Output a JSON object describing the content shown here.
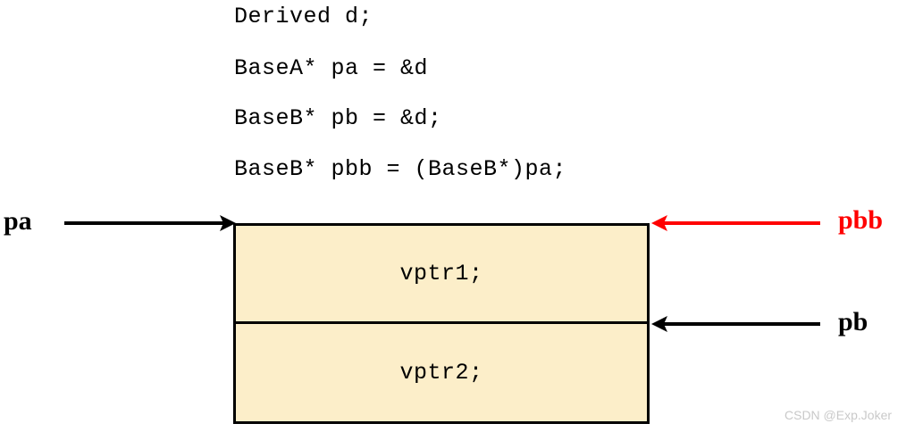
{
  "code_block": {
    "lines": [
      "Derived d;",
      "BaseA* pa = &d",
      "BaseB* pb = &d;",
      "BaseB* pbb = (BaseB*)pa;"
    ]
  },
  "memory_box": {
    "fill_color": "#fceec9",
    "border_color": "#000000",
    "cells": [
      {
        "label": "vptr1;"
      },
      {
        "label": "vptr2;"
      }
    ]
  },
  "pointers": [
    {
      "name": "pa",
      "label": "pa",
      "color": "#000000",
      "direction": "right",
      "target": "box-top-left"
    },
    {
      "name": "pbb",
      "label": "pbb",
      "color": "#ff0000",
      "direction": "left",
      "target": "box-top-right"
    },
    {
      "name": "pb",
      "label": "pb",
      "color": "#000000",
      "direction": "left",
      "target": "box-divider-right"
    }
  ],
  "watermark": {
    "text": "CSDN @Exp.Joker",
    "color": "#c9c9c9"
  }
}
